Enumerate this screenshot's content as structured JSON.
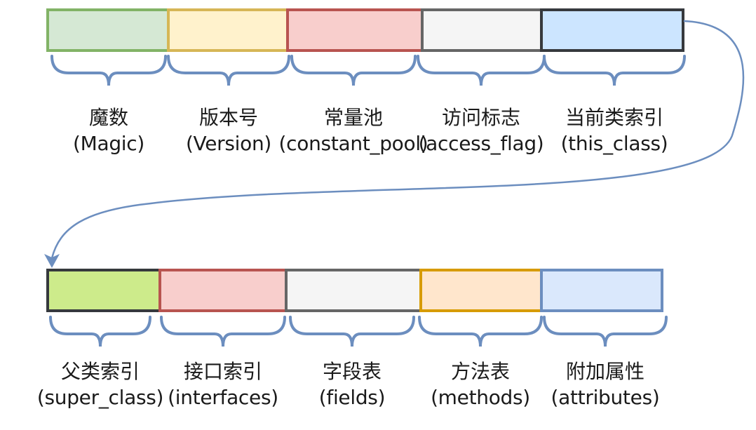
{
  "row1": [
    {
      "zh": "魔数",
      "en": "(Magic)",
      "fill": "#d5e8d4",
      "stroke": "#82b366"
    },
    {
      "zh": "版本号",
      "en": "(Version)",
      "fill": "#fff2cc",
      "stroke": "#d6b656"
    },
    {
      "zh": "常量池",
      "en": "(constant_pool)",
      "fill": "#f8cecc",
      "stroke": "#b85450"
    },
    {
      "zh": "访问标志",
      "en": "(access_flag)",
      "fill": "#f5f5f5",
      "stroke": "#666666"
    },
    {
      "zh": "当前类索引",
      "en": "(this_class)",
      "fill": "#cce5ff",
      "stroke": "#36393d"
    }
  ],
  "row2": [
    {
      "zh": "父类索引",
      "en": "(super_class)",
      "fill": "#cdeb8b",
      "stroke": "#36393d"
    },
    {
      "zh": "接口索引",
      "en": "(interfaces)",
      "fill": "#f8cecc",
      "stroke": "#b85450"
    },
    {
      "zh": "字段表",
      "en": "(fields)",
      "fill": "#f5f5f5",
      "stroke": "#666666"
    },
    {
      "zh": "方法表",
      "en": "(methods)",
      "fill": "#ffe6cc",
      "stroke": "#d79b00"
    },
    {
      "zh": "附加属性",
      "en": "(attributes)",
      "fill": "#dae8fc",
      "stroke": "#6c8ebf"
    }
  ],
  "colors": {
    "brace": "#6c8ebf",
    "connector": "#6c8ebf"
  }
}
